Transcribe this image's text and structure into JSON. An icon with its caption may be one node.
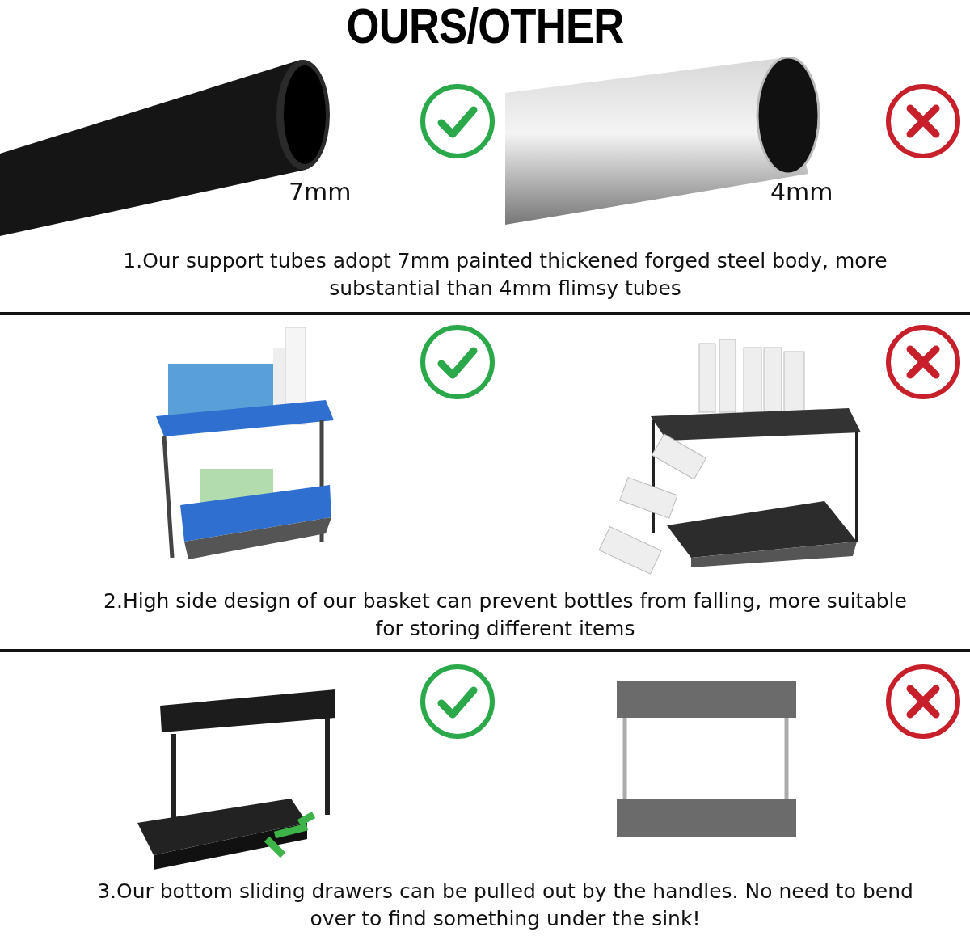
{
  "diagram": {
    "title": "OURS/OTHER",
    "labels": [
      "7mm",
      "4mm",
      "1.Our support tubes adopt 7mm painted thickened forged steel body, more substantial than 4mm flimsy tubes",
      "2.High side design of our basket can prevent bottles from falling, more suitable for storing different items",
      "3.Our bottom sliding drawers can be pulled out by the handles. No need to bend over to find something under the sink!"
    ]
  }
}
